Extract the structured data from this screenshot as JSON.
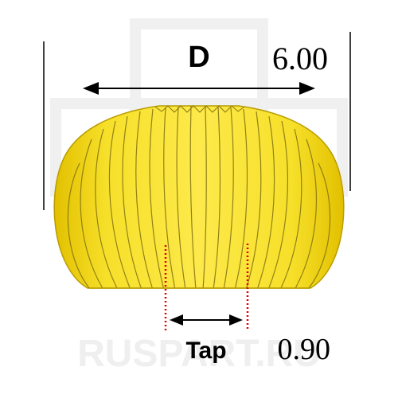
{
  "watermark": {
    "text": "RUSPART.RU",
    "color": "#eeeeee"
  },
  "dimensions": {
    "diameter": {
      "label": "D",
      "value": "6.00"
    },
    "tap": {
      "label": "Tap",
      "value": "0.90"
    }
  },
  "colors": {
    "crown_fill": "#f5dd1e",
    "crown_shadow": "#e6c400",
    "crown_highlight": "#fff36a",
    "rib_line": "#8a7a10",
    "dimension_line": "#000000",
    "tap_guide": "#e00000"
  }
}
